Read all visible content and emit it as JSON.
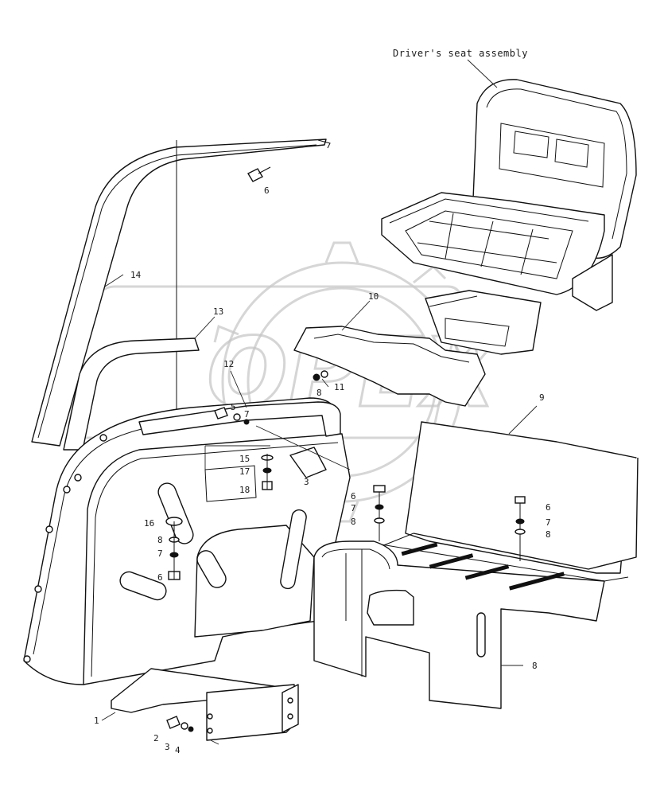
{
  "assembly_label": "Driver's seat assembly",
  "watermark_text": "OPEX",
  "callouts": {
    "c1": "1",
    "c2": "2",
    "c3a": "3",
    "c3b": "3",
    "c4": "4",
    "c5": "5",
    "c6a": "6",
    "c6b": "6",
    "c6c": "6",
    "c6d": "6",
    "c7a": "7",
    "c7b": "7",
    "c7c": "7",
    "c7d": "7",
    "c8a": "8",
    "c8b": "8",
    "c8c": "8",
    "c8d": "8",
    "c8e": "8",
    "c9": "9",
    "c10": "10",
    "c11": "11",
    "c12": "12",
    "c13": "13",
    "c14": "14",
    "c15": "15",
    "c16": "16",
    "c17": "17",
    "c18": "18"
  },
  "colors": {
    "line": "#111111",
    "paper": "#ffffff",
    "watermark": "#c4c4c4"
  }
}
